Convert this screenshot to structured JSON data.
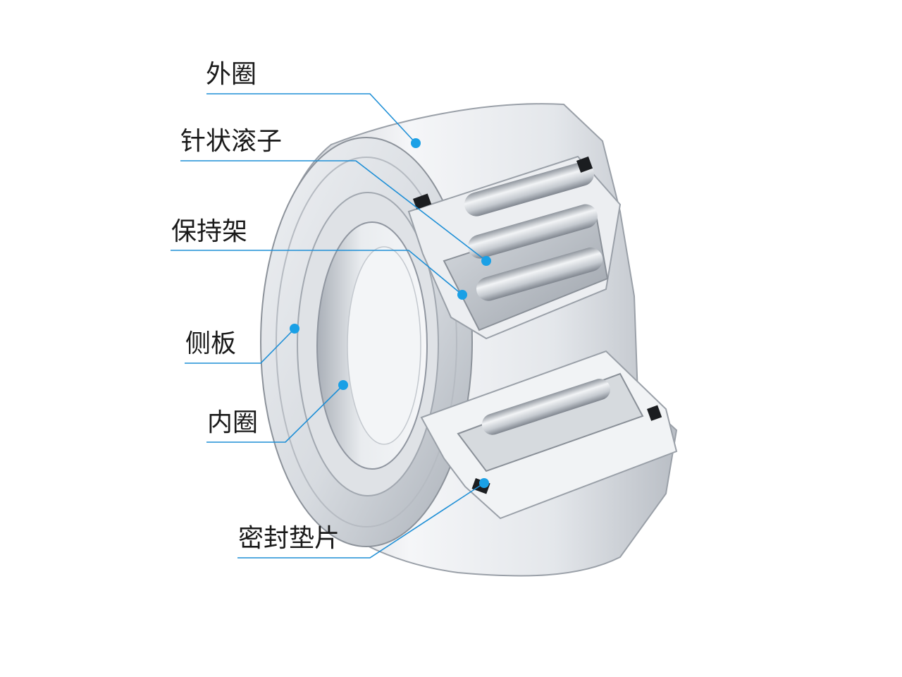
{
  "labels": {
    "outer_ring": "外圈",
    "needle_roller": "针状滚子",
    "cage": "保持架",
    "side_plate": "侧板",
    "inner_ring": "内圈",
    "seal": "密封垫片"
  },
  "colors": {
    "leader": "#1e8fd6",
    "dot": "#1aa0e6",
    "text": "#1a1a1a",
    "metal_light": "#f4f5f7",
    "metal_mid": "#c9cdd3",
    "metal_dark": "#8e949c",
    "seal": "#1b1d20"
  }
}
